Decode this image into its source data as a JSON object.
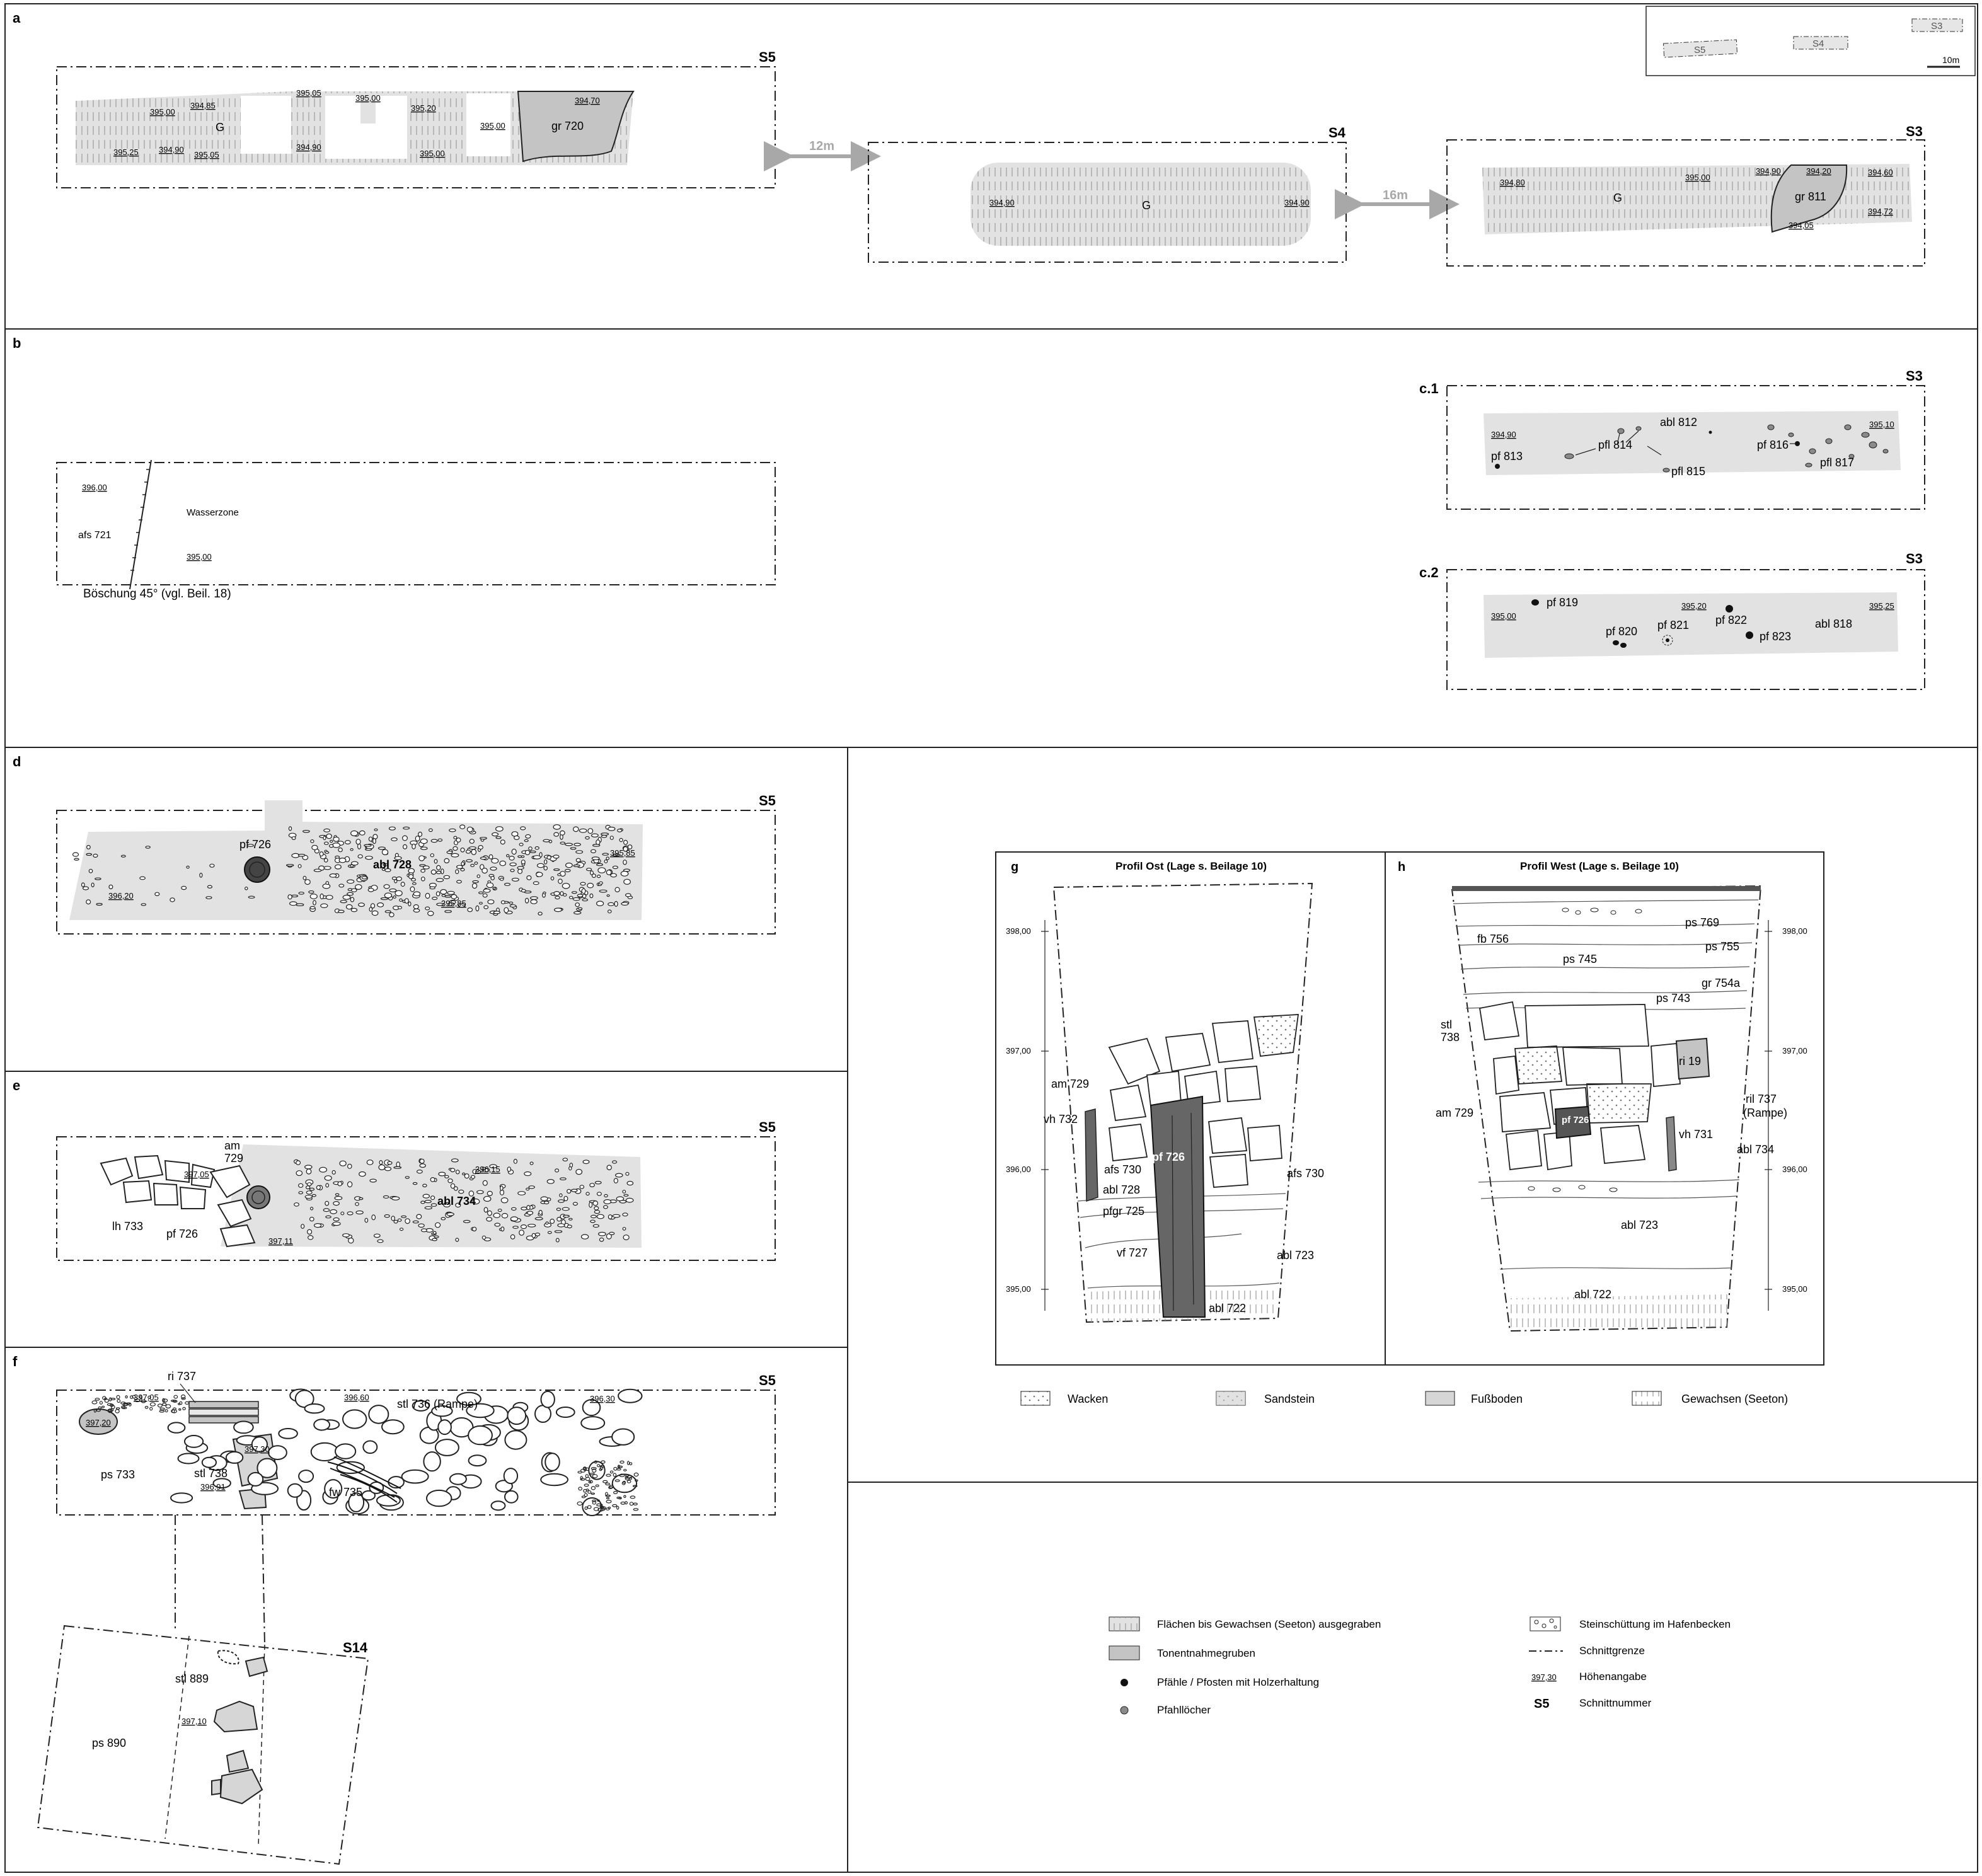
{
  "panels": {
    "a": "a",
    "b": "b",
    "c1": "c.1",
    "c2": "c.2",
    "d": "d",
    "e": "e",
    "f": "f",
    "g": "g",
    "h": "h"
  },
  "trenches": {
    "s5": "S5",
    "s4": "S4",
    "s3": "S3",
    "s14": "S14"
  },
  "inset": {
    "s5": "S5",
    "s4": "S4",
    "s3": "S3",
    "scale": "10m"
  },
  "distances": {
    "d12": "12m",
    "d16": "16m"
  },
  "panel_a": {
    "s5_elev": [
      "395,00",
      "394,85",
      "395,25",
      "394,90",
      "395,05",
      "395,05",
      "394,90",
      "395,00",
      "395,20",
      "395,00",
      "395,00",
      "394,70"
    ],
    "s5_g": "G",
    "gr720": "gr 720",
    "s4_elev": [
      "394,90",
      "394,90"
    ],
    "s4_g": "G",
    "s3_elev": [
      "394,80",
      "395,00",
      "394,90",
      "394,20",
      "394,60",
      "394,72",
      "394,05"
    ],
    "s3_g": "G",
    "gr811": "gr 811"
  },
  "panel_b": {
    "elev": [
      "396,00",
      "395,00"
    ],
    "afs721": "afs 721",
    "wasserzone": "Wasserzone",
    "boeschung": "Böschung 45° (vgl. Beil. 18)"
  },
  "panel_c1": {
    "elev": [
      "394,90",
      "395,10"
    ],
    "labels": [
      "abl 812",
      "pfl 814",
      "pf 813",
      "pfl 815",
      "pf 816",
      "pfl 817"
    ]
  },
  "panel_c2": {
    "elev": [
      "395,00",
      "395,20",
      "395,25"
    ],
    "labels": [
      "pf 819",
      "pf 820",
      "pf 821",
      "pf 822",
      "pf 823",
      "abl 818"
    ]
  },
  "panel_d": {
    "elev": [
      "396,20",
      "395,85",
      "395,85"
    ],
    "pf726": "pf 726",
    "abl728": "abl 728"
  },
  "panel_e": {
    "elev": [
      "397,05",
      "396,15",
      "397,11"
    ],
    "am": "am",
    "am_num": "729",
    "lh733": "lh 733",
    "pf726": "pf 726",
    "abl734": "abl 734"
  },
  "panel_f": {
    "elev": [
      "397,05",
      "397,20",
      "397,30",
      "396,60",
      "396,30",
      "396,91",
      "397,10"
    ],
    "ri737": "ri 737",
    "stl736": "stl 736 (Rampe)",
    "ps733": "ps 733",
    "stl738": "stl 738",
    "fw735": "fw 735",
    "stl889": "stl 889",
    "ps890": "ps 890"
  },
  "profile_g": {
    "title": "Profil Ost (Lage s. Beilage 10)",
    "axis": [
      "398,00",
      "397,00",
      "396,00",
      "395,00"
    ],
    "labels": [
      "am 729",
      "vh 732",
      "pf 726",
      "afs 730",
      "abl 728",
      "afs 730",
      "pfgr 725",
      "vf 727",
      "abl 723",
      "abl 722"
    ]
  },
  "profile_h": {
    "title": "Profil West (Lage s. Beilage 10)",
    "axis": [
      "398,00",
      "397,00",
      "396,00",
      "395,00"
    ],
    "labels": [
      "ps 769",
      "fb 756",
      "ps 755",
      "ps 745",
      "gr 754a",
      "ps 743",
      "stl",
      "738",
      "ri 19",
      "ril 737",
      "(Rampe)",
      "am 729",
      "pf 726",
      "vh 731",
      "abl 734",
      "abl 723",
      "abl 722"
    ]
  },
  "legend_profile": [
    "Wacken",
    "Sandstein",
    "Fußboden",
    "Gewachsen (Seeton)"
  ],
  "legend_main": {
    "left": [
      "Flächen bis Gewachsen (Seeton) ausgegraben",
      "Tonentnahmegruben",
      "Pfähle / Pfosten mit Holzerhaltung",
      "Pfahllöcher"
    ],
    "right": [
      "Steinschüttung im Hafenbecken",
      "Schnittgrenze",
      "Höhenangabe",
      "Schnittnummer"
    ],
    "elev_sample": "397,30",
    "trench_sample": "S5"
  },
  "colors": {
    "area": "#e2e2e2",
    "pit": "#c4c4c4",
    "pile": "#111111",
    "posthole": "#8a8a8a",
    "post_profile": "#666666",
    "arrow": "#a8a8a8"
  }
}
